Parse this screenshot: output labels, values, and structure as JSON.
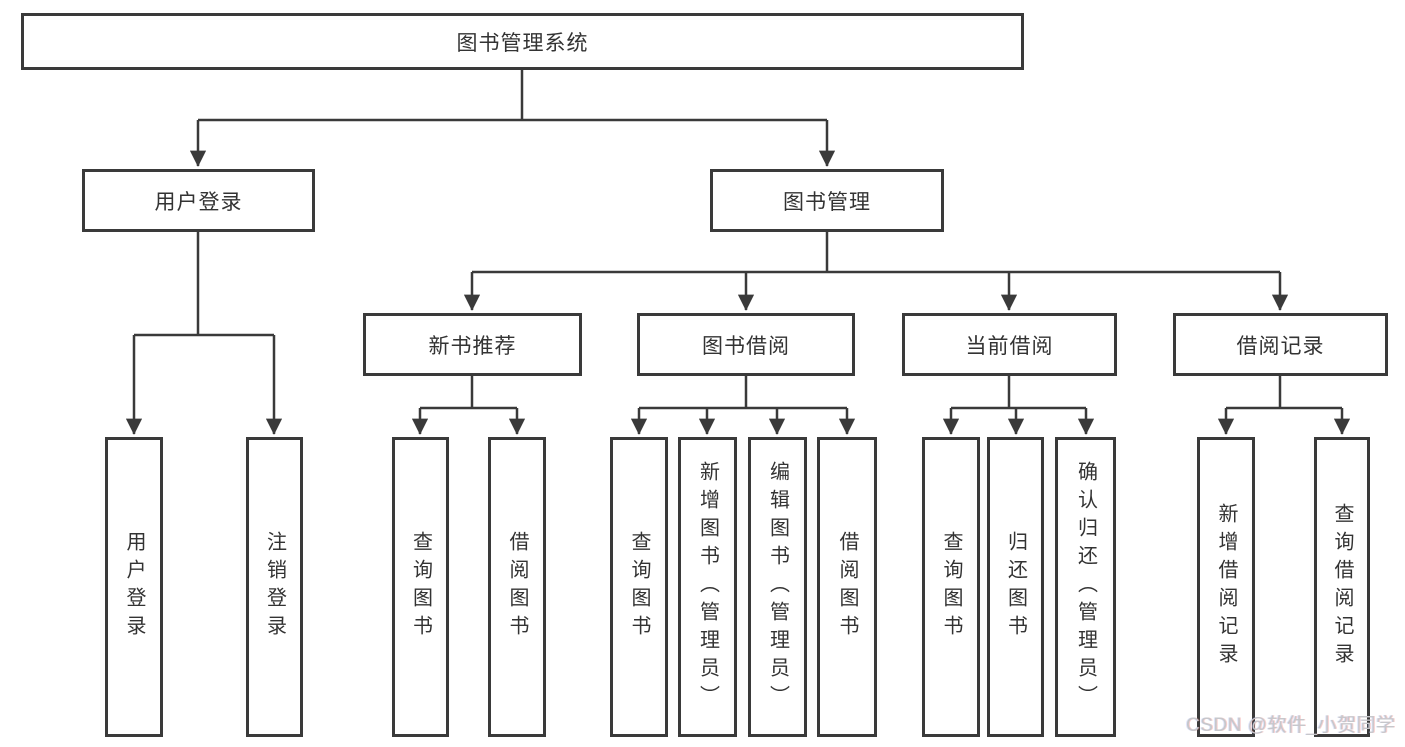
{
  "diagram_type": "tree",
  "tree": {
    "label": "图书管理系统",
    "children": [
      {
        "label": "用户登录",
        "children": [
          {
            "label": "用户登录"
          },
          {
            "label": "注销登录"
          }
        ]
      },
      {
        "label": "图书管理",
        "children": [
          {
            "label": "新书推荐",
            "children": [
              {
                "label": "查询图书"
              },
              {
                "label": "借阅图书"
              }
            ]
          },
          {
            "label": "图书借阅",
            "children": [
              {
                "label": "查询图书"
              },
              {
                "label": "新增图书（管理员）"
              },
              {
                "label": "编辑图书（管理员）"
              },
              {
                "label": "借阅图书"
              }
            ]
          },
          {
            "label": "当前借阅",
            "children": [
              {
                "label": "查询图书"
              },
              {
                "label": "归还图书"
              },
              {
                "label": "确认归还（管理员）"
              }
            ]
          },
          {
            "label": "借阅记录",
            "children": [
              {
                "label": "新增借阅记录"
              },
              {
                "label": "查询借阅记录"
              }
            ]
          }
        ]
      }
    ]
  },
  "watermark": {
    "text": "CSDN @软件_小贺同学"
  },
  "colors": {
    "line": "#3a3a3a",
    "box_border": "#3a3a3a",
    "box_fill": "#ffffff",
    "text": "#333333",
    "watermark": "#c6c7cb"
  }
}
